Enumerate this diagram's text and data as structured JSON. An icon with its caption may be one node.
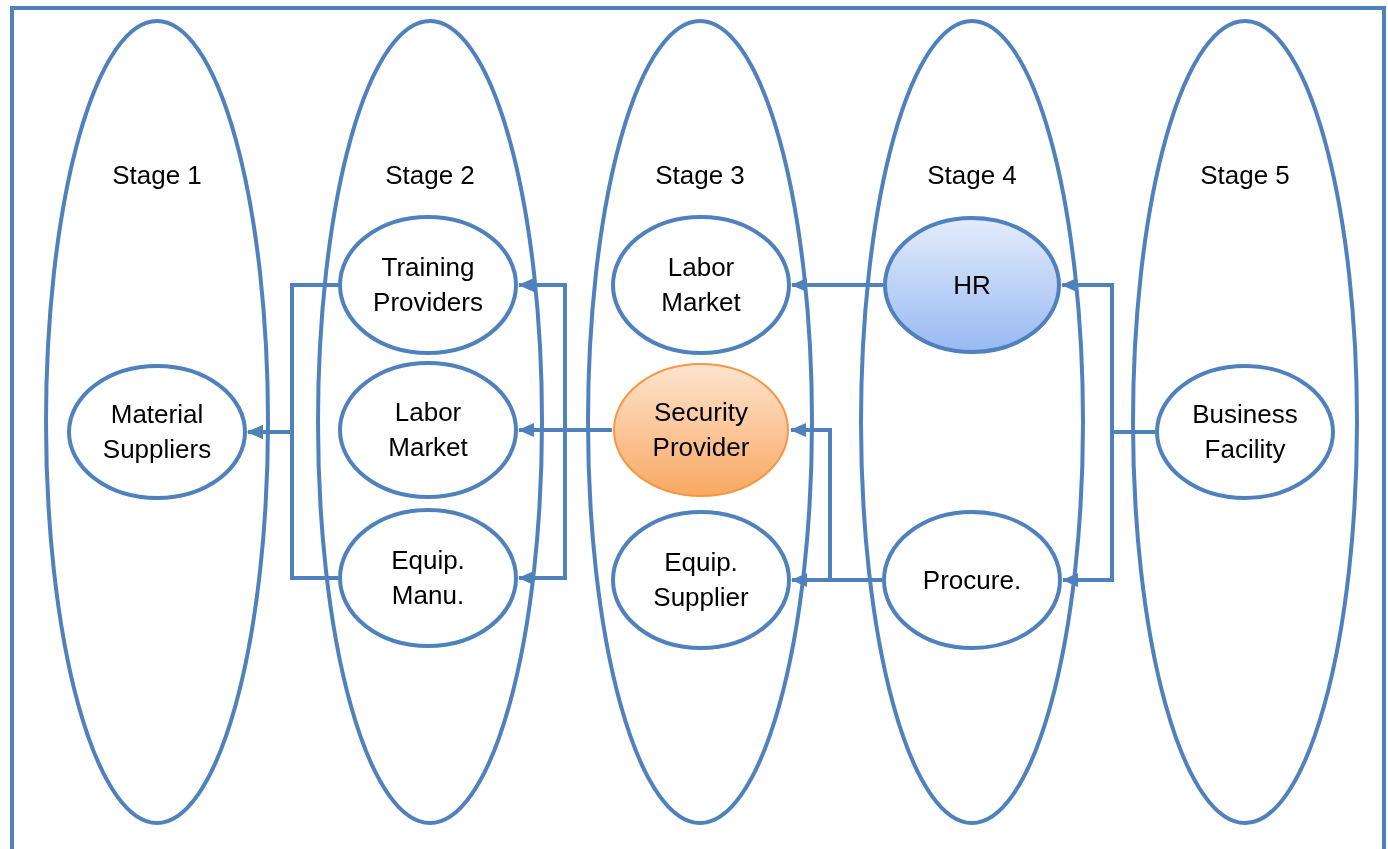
{
  "diagram": {
    "nodes": [
      {
        "text": [
          "Stage 1"
        ]
      },
      {
        "text": [
          "Material Suppliers"
        ],
        "in": 0
      },
      {
        "text": [
          "Stage 2"
        ]
      },
      {
        "text": [
          "Training Providers"
        ],
        "in": 2
      },
      {
        "text": [
          "Labor Market"
        ],
        "in": 2
      },
      {
        "text": [
          "Equip. Manu."
        ],
        "in": 2
      },
      {
        "text": [
          "Stage 3"
        ]
      },
      {
        "text": [
          "Labor Market"
        ],
        "in": 6
      },
      {
        "text": [
          "Security Provider"
        ],
        "in": 6
      },
      {
        "text": [
          "Equip. Supplier"
        ],
        "in": 6
      },
      {
        "text": [
          "Stage 4"
        ]
      },
      {
        "text": [
          "HR"
        ],
        "in": 10
      },
      {
        "text": [
          "Procure."
        ],
        "in": 10
      },
      {
        "text": [
          "Stage 5"
        ]
      },
      {
        "text": [
          "Business Facility"
        ],
        "in": 13
      }
    ],
    "edges": [
      {
        "from": 3,
        "to": 1,
        "arrow": "to"
      },
      {
        "from": 5,
        "to": 1,
        "arrow": "to"
      },
      {
        "from": 8,
        "to": 3,
        "arrow": "to"
      },
      {
        "from": 8,
        "to": 4,
        "arrow": "to"
      },
      {
        "from": 8,
        "to": 5,
        "arrow": "to"
      },
      {
        "from": 11,
        "to": 7,
        "arrow": "to"
      },
      {
        "from": 12,
        "to": 8,
        "arrow": "to"
      },
      {
        "from": 12,
        "to": 9,
        "arrow": "to"
      },
      {
        "from": 14,
        "to": 11,
        "arrow": "to"
      },
      {
        "from": 14,
        "to": 12,
        "arrow": "to"
      }
    ]
  }
}
